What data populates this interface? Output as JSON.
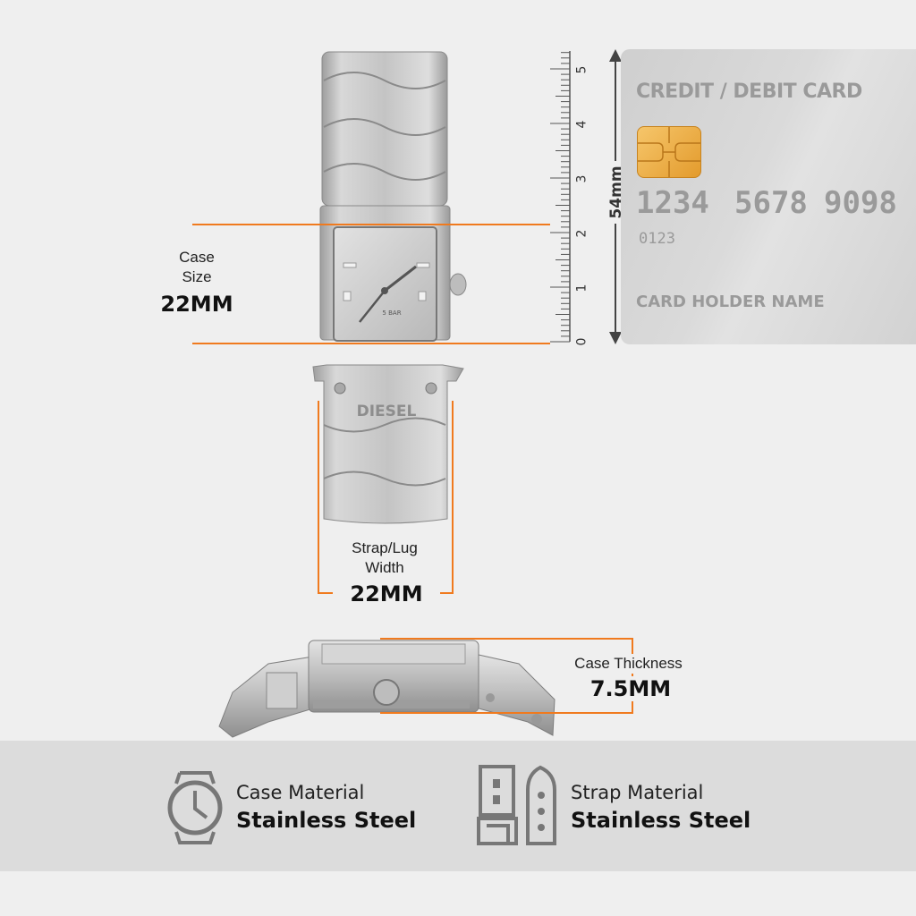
{
  "colors": {
    "accent": "#f07a1e",
    "background": "#efefef",
    "band": "#dcdcdc",
    "card": "#d4d4d4",
    "card_text": "#9a9a9a",
    "steel": "#c8c8c8"
  },
  "case_size": {
    "label": "Case\nSize",
    "value": "22MM"
  },
  "strap_width": {
    "label": "Strap/Lug\nWidth",
    "value": "22MM"
  },
  "case_thickness": {
    "label": "Case Thickness",
    "value": "7.5MM"
  },
  "ruler": {
    "ticks": [
      "0",
      "1",
      "2",
      "3",
      "4",
      "5"
    ],
    "height_label": "54mm"
  },
  "card": {
    "title": "CREDIT / DEBIT CARD",
    "number": [
      "1234",
      "5678",
      "9098"
    ],
    "sub_number": "0123",
    "holder": "CARD HOLDER NAME"
  },
  "watch": {
    "brand": "DIESEL",
    "dial_text": "5 BAR"
  },
  "specs": [
    {
      "title": "Case Material",
      "value": "Stainless Steel",
      "icon": "watch-icon"
    },
    {
      "title": "Strap Material",
      "value": "Stainless Steel",
      "icon": "strap-icon"
    }
  ]
}
